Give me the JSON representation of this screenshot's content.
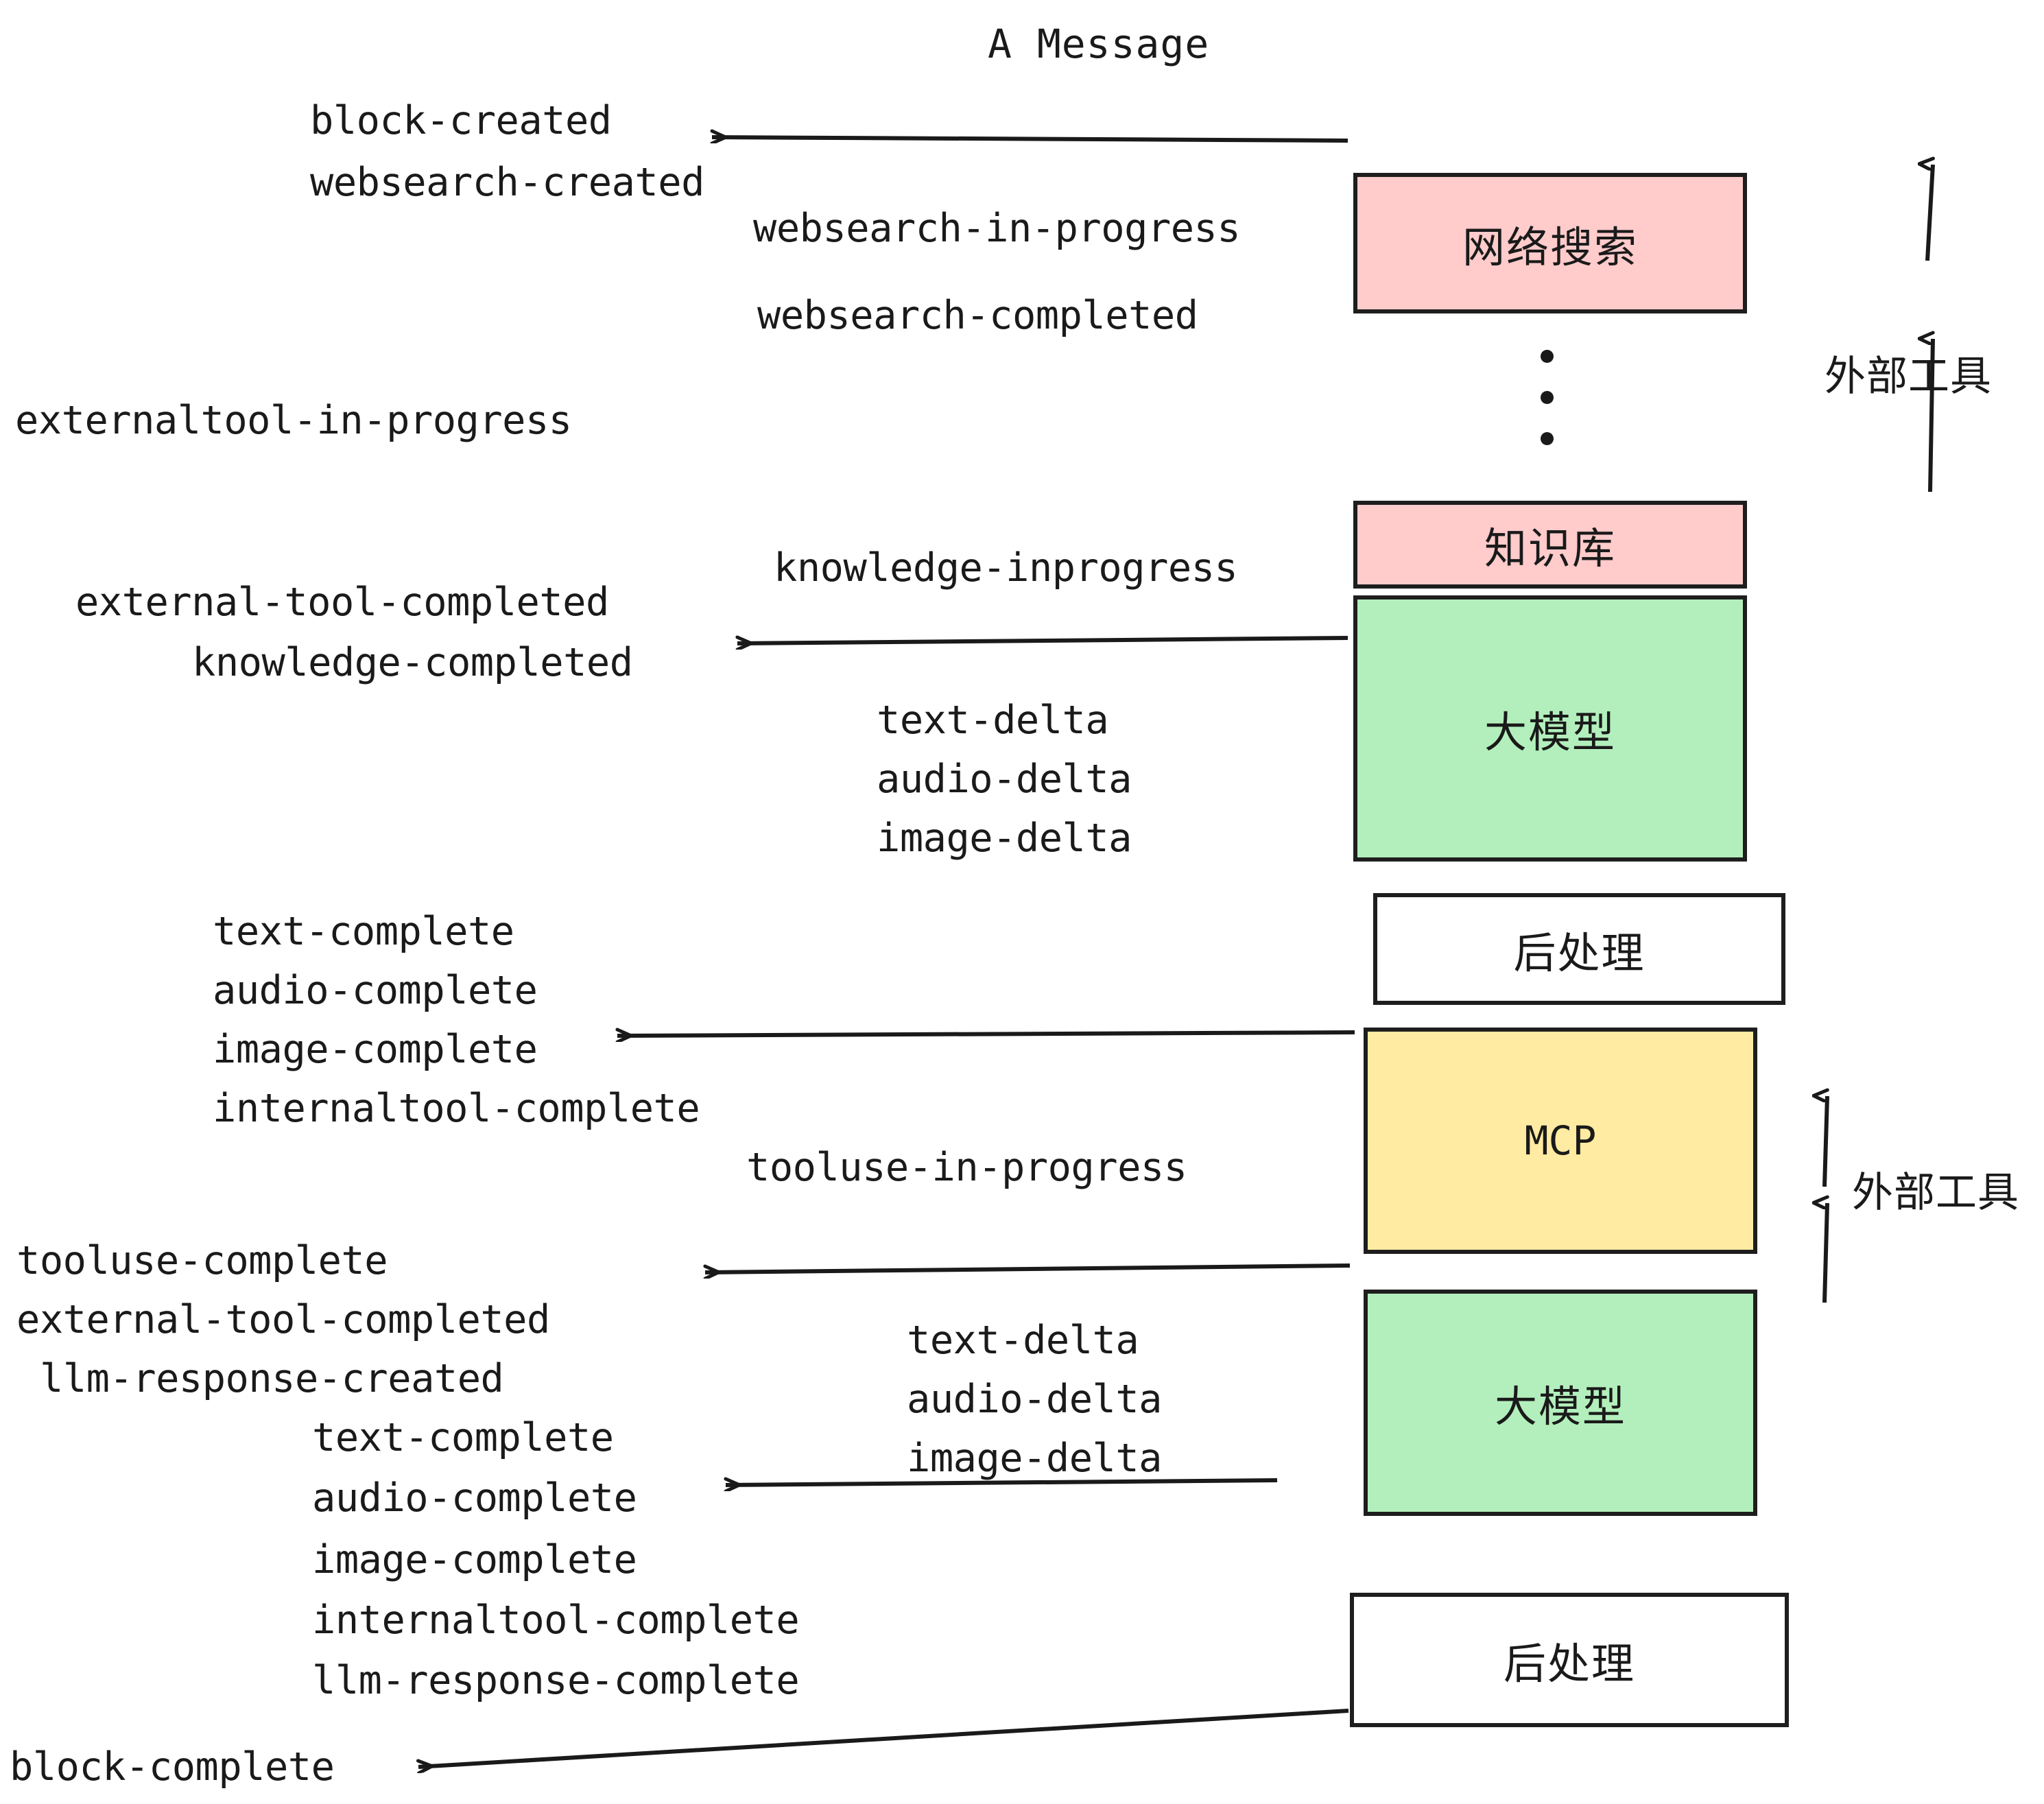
{
  "diagram": {
    "title": "A Message",
    "colors": {
      "external_tool_box": "#FFCBCB",
      "llm_box": "#B3EFBC",
      "mcp_box": "#FFEBA2",
      "postprocess_box": "#FFFFFF",
      "stroke": "#1E1E1E",
      "text": "#1A1A1A"
    },
    "nodes": [
      {
        "id": "websearch",
        "label": "网络搜索",
        "fill": "pink"
      },
      {
        "id": "knowledge",
        "label": "知识库",
        "fill": "pink"
      },
      {
        "id": "llm-1",
        "label": "大模型",
        "fill": "green"
      },
      {
        "id": "postprocess-1",
        "label": "后处理",
        "fill": "white"
      },
      {
        "id": "mcp",
        "label": "MCP",
        "fill": "yellow"
      },
      {
        "id": "llm-2",
        "label": "大模型",
        "fill": "green"
      },
      {
        "id": "postprocess-2",
        "label": "后处理",
        "fill": "white"
      }
    ],
    "side_labels": [
      {
        "id": "external-tool-top",
        "label": "外部工具"
      },
      {
        "id": "external-tool-bottom",
        "label": "外部工具"
      }
    ],
    "ellipsis": "⋮",
    "events": [
      {
        "id": "block-created",
        "label": "block-created"
      },
      {
        "id": "websearch-created",
        "label": "websearch-created"
      },
      {
        "id": "websearch-in-progress",
        "label": "websearch-in-progress"
      },
      {
        "id": "websearch-completed",
        "label": "websearch-completed"
      },
      {
        "id": "externaltool-in-progress",
        "label": "externaltool-in-progress"
      },
      {
        "id": "knowledge-inprogress",
        "label": "knowledge-inprogress"
      },
      {
        "id": "external-tool-completed-1",
        "label": "external-tool-completed"
      },
      {
        "id": "knowledge-completed",
        "label": "knowledge-completed"
      },
      {
        "id": "text-delta-1",
        "label": "text-delta"
      },
      {
        "id": "audio-delta-1",
        "label": "audio-delta"
      },
      {
        "id": "image-delta-1",
        "label": "image-delta"
      },
      {
        "id": "text-complete-1",
        "label": "text-complete"
      },
      {
        "id": "audio-complete-1",
        "label": "audio-complete"
      },
      {
        "id": "image-complete-1",
        "label": "image-complete"
      },
      {
        "id": "internaltool-complete-1",
        "label": "internaltool-complete"
      },
      {
        "id": "tooluse-in-progress",
        "label": "tooluse-in-progress"
      },
      {
        "id": "tooluse-complete",
        "label": "tooluse-complete"
      },
      {
        "id": "external-tool-completed-2",
        "label": "external-tool-completed"
      },
      {
        "id": "llm-response-created",
        "label": "llm-response-created"
      },
      {
        "id": "text-delta-2",
        "label": "text-delta"
      },
      {
        "id": "audio-delta-2",
        "label": "audio-delta"
      },
      {
        "id": "image-delta-2",
        "label": "image-delta"
      },
      {
        "id": "text-complete-2",
        "label": "text-complete"
      },
      {
        "id": "audio-complete-2",
        "label": "audio-complete"
      },
      {
        "id": "image-complete-2",
        "label": "image-complete"
      },
      {
        "id": "internaltool-complete-2",
        "label": "internaltool-complete"
      },
      {
        "id": "llm-response-complete",
        "label": "llm-response-complete"
      },
      {
        "id": "block-complete",
        "label": "block-complete"
      }
    ]
  }
}
